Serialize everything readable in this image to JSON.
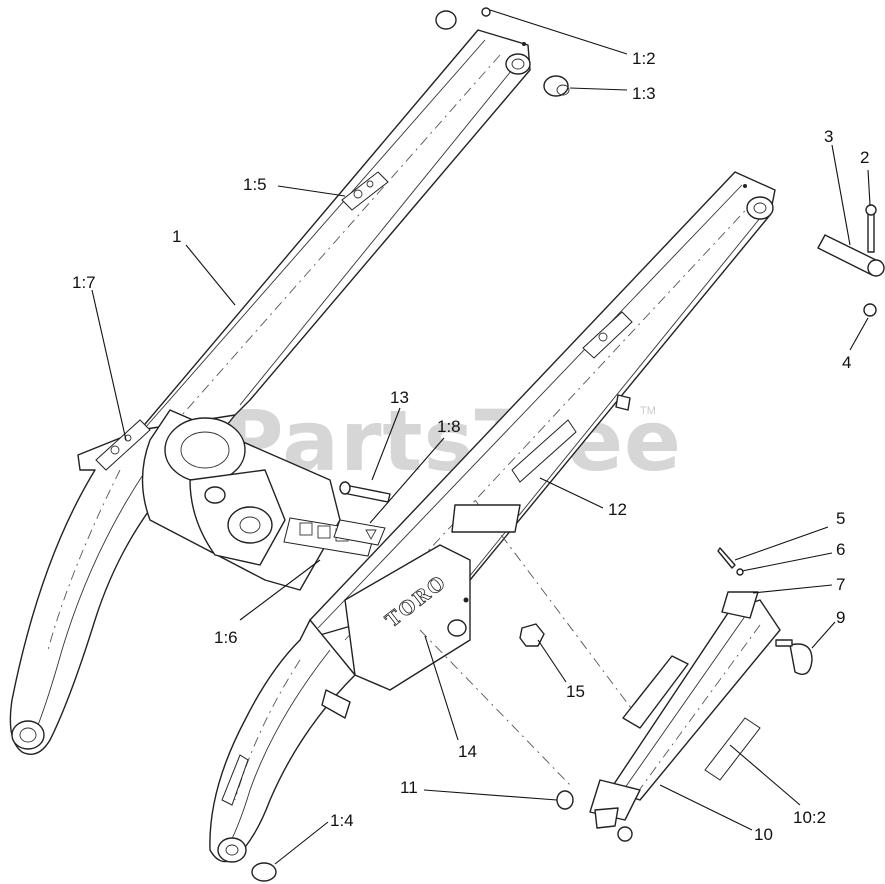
{
  "watermark": {
    "text": "PartsTree",
    "trademark": "TM"
  },
  "brand_plate": "TORO",
  "callouts": [
    {
      "id": "c-1-2",
      "label": "1:2"
    },
    {
      "id": "c-1-3",
      "label": "1:3"
    },
    {
      "id": "c-1-5",
      "label": "1:5"
    },
    {
      "id": "c-1",
      "label": "1"
    },
    {
      "id": "c-1-7",
      "label": "1:7"
    },
    {
      "id": "c-3",
      "label": "3"
    },
    {
      "id": "c-2",
      "label": "2"
    },
    {
      "id": "c-4",
      "label": "4"
    },
    {
      "id": "c-13",
      "label": "13"
    },
    {
      "id": "c-1-8",
      "label": "1:8"
    },
    {
      "id": "c-12",
      "label": "12"
    },
    {
      "id": "c-5",
      "label": "5"
    },
    {
      "id": "c-6",
      "label": "6"
    },
    {
      "id": "c-7",
      "label": "7"
    },
    {
      "id": "c-9",
      "label": "9"
    },
    {
      "id": "c-1-6",
      "label": "1:6"
    },
    {
      "id": "c-15",
      "label": "15"
    },
    {
      "id": "c-14",
      "label": "14"
    },
    {
      "id": "c-11",
      "label": "11"
    },
    {
      "id": "c-10",
      "label": "10"
    },
    {
      "id": "c-10-2",
      "label": "10:2"
    },
    {
      "id": "c-1-4",
      "label": "1:4"
    }
  ]
}
